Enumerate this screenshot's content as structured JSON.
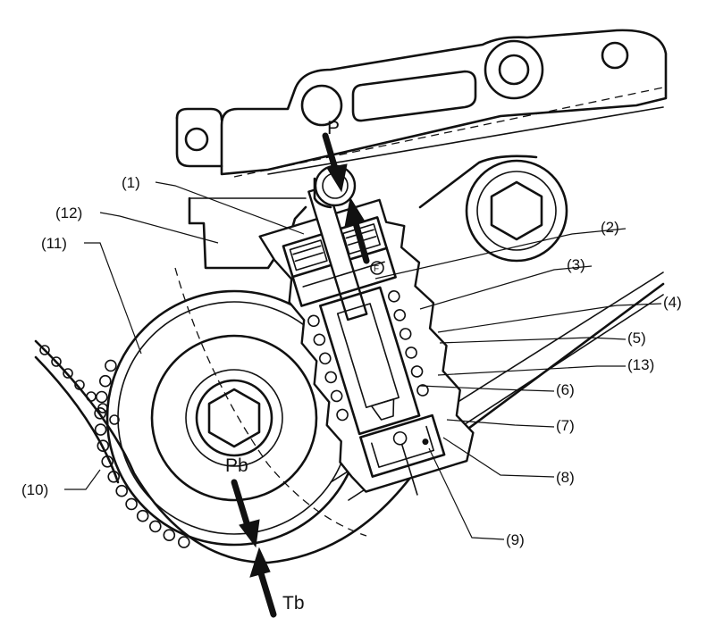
{
  "labels": {
    "l1": "(1)",
    "l2": "(2)",
    "l3": "(3)",
    "l4": "(4)",
    "l5": "(5)",
    "l6": "(6)",
    "l7": "(7)",
    "l8": "(8)",
    "l9": "(9)",
    "l10": "(10)",
    "l11": "(11)",
    "l12": "(12)",
    "l13": "(13)"
  },
  "forces": {
    "p": "P",
    "f": "F",
    "pb": "Pb",
    "tb": "Tb"
  }
}
